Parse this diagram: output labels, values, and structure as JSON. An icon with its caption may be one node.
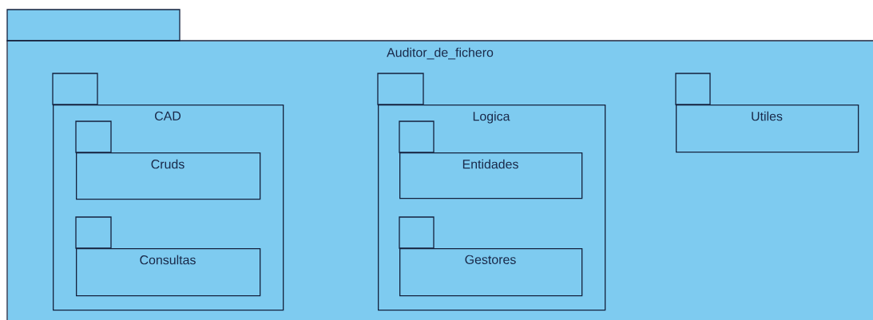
{
  "diagram": {
    "nodes": [
      {
        "text": [
          "Auditor_de_fichero"
        ]
      },
      {
        "text": [
          "CAD"
        ],
        "in": 0
      },
      {
        "text": [
          "Cruds"
        ],
        "in": 1
      },
      {
        "text": [
          "Consultas"
        ],
        "in": 1
      },
      {
        "text": [
          "Logica"
        ],
        "in": 0
      },
      {
        "text": [
          "Entidades"
        ],
        "in": 4
      },
      {
        "text": [
          "Gestores"
        ],
        "in": 4
      },
      {
        "text": [
          "Utiles"
        ],
        "in": 0
      }
    ]
  }
}
